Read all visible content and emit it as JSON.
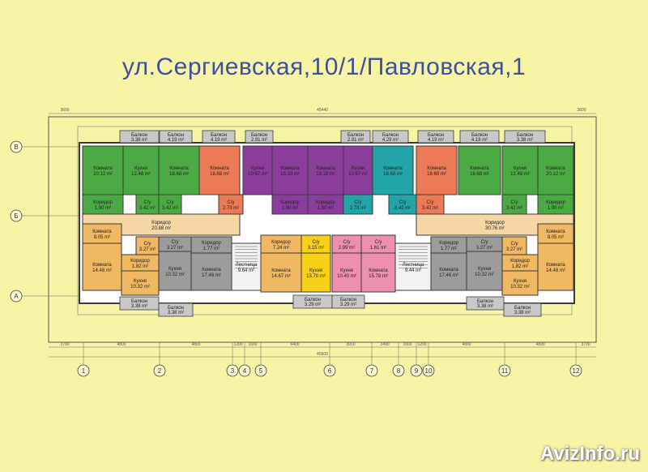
{
  "title": "ул.Сергиевская,10/1/Павловская,1",
  "watermark": "AvizInfo.ru",
  "axes_bottom": [
    "1",
    "2",
    "3",
    "4",
    "5",
    "6",
    "7",
    "8",
    "9",
    "10",
    "11",
    "12"
  ],
  "axes_left": [
    "В",
    "Б",
    "А"
  ],
  "dims_top": [
    "3600",
    "45440",
    "3600"
  ],
  "dims_bottom": [
    "3790",
    "4800",
    "4800",
    "1200",
    "1600",
    "6400",
    "3910",
    "2490",
    "1600",
    "1200",
    "4800",
    "4800",
    "3790"
  ],
  "total_bottom": "45600",
  "top_balconies": [
    "Балкон 3.38 m²",
    "Балкон 4.19 m²",
    "Балкон 4.19 m²",
    "Балкон 2.91 m²",
    "Балкон 2.91 m²",
    "Балкон 4.29 m²",
    "Балкон 4.19 m²",
    "Балкон 4.19 m²",
    "Балкон 3.38 m²"
  ],
  "bottom_balconies": [
    "Балкон 3.38 m²",
    "Балкон 3.38 m²",
    "Балкон 3.29 m²",
    "Балкон 3.29 m²",
    "Балкон 3.38 m²",
    "Балкон 3.38 m²"
  ],
  "rooms_upper": [
    {
      "name": "Комната",
      "area": "20.12 m²"
    },
    {
      "name": "Кухня",
      "area": "12.48 m²"
    },
    {
      "name": "Комната",
      "area": "18.68 m²"
    },
    {
      "name": "Комната",
      "area": "18.68 m²"
    },
    {
      "name": "Кухня",
      "area": "10.67 m²"
    },
    {
      "name": "Комната",
      "area": "18.18 m²"
    },
    {
      "name": "Комната",
      "area": "18.18 m²"
    },
    {
      "name": "Кухня",
      "area": "10.67 m²"
    },
    {
      "name": "Комната",
      "area": "18.68 m²"
    },
    {
      "name": "Комната",
      "area": "18.68 m²"
    },
    {
      "name": "Комната",
      "area": "18.68 m²"
    },
    {
      "name": "Кухня",
      "area": "12.48 m²"
    },
    {
      "name": "Комната",
      "area": "20.12 m²"
    }
  ],
  "corridors_upper": [
    {
      "name": "Коридор",
      "area": "1.90 m²"
    },
    {
      "name": "С/у",
      "area": "3.42 m²"
    },
    {
      "name": "С/у",
      "area": "3.42 m²"
    },
    {
      "name": "С/у",
      "area": "2.73 m²"
    },
    {
      "name": "Коридор",
      "area": "1.80 m²"
    },
    {
      "name": "Коридор",
      "area": "1.80 m²"
    },
    {
      "name": "С/у",
      "area": "2.73 m²"
    },
    {
      "name": "С/у",
      "area": "3.42 m²"
    },
    {
      "name": "С/у",
      "area": "3.42 m²"
    },
    {
      "name": "С/у",
      "area": "3.42 m²"
    },
    {
      "name": "Коридор",
      "area": "1.90 m²"
    }
  ],
  "hall_left": {
    "name": "Коридор",
    "area": "20.88 m²"
  },
  "hall_right": {
    "name": "Коридор",
    "area": "30.76 m²"
  },
  "rooms_lower": [
    {
      "name": "Комната",
      "area": "8.05 m²"
    },
    {
      "name": "Комната",
      "area": "14.48 m²"
    },
    {
      "name": "Коридор",
      "area": "1.82 m²"
    },
    {
      "name": "С/у",
      "area": "3.27 m²"
    },
    {
      "name": "Кухня",
      "area": "10.32 m²"
    },
    {
      "name": "С/у",
      "area": "3.27 m²"
    },
    {
      "name": "Кухня",
      "area": "10.32 m²"
    },
    {
      "name": "Коридор",
      "area": "1.77 m²"
    },
    {
      "name": "Комната",
      "area": "17.46 m²"
    },
    {
      "name": "Лестница",
      "area": "9.64 m²"
    },
    {
      "name": "Коридор",
      "area": "7.24 m²"
    },
    {
      "name": "С/у",
      "area": "3.15 m²"
    },
    {
      "name": "Комната",
      "area": "14.67 m²"
    },
    {
      "name": "Кухня",
      "area": "13.70 m²"
    },
    {
      "name": "С/у",
      "area": "2.99 m²"
    },
    {
      "name": "С/у",
      "area": "1.61 m²"
    },
    {
      "name": "Кухня",
      "area": "10.40 m²"
    },
    {
      "name": "Комната",
      "area": "15.78 m²"
    },
    {
      "name": "Лестница",
      "area": "9.44 m²"
    },
    {
      "name": "Коридор",
      "area": "1.77 m²"
    },
    {
      "name": "Комната",
      "area": "17.46 m²"
    },
    {
      "name": "С/у",
      "area": "3.27 m²"
    },
    {
      "name": "Кухня",
      "area": "10.32 m²"
    },
    {
      "name": "Кухня",
      "area": "10.32 m²"
    },
    {
      "name": "Коридор",
      "area": "1.82 m²"
    },
    {
      "name": "С/у",
      "area": "3.27 m²"
    },
    {
      "name": "Комната",
      "area": "8.05 m²"
    },
    {
      "name": "Комната",
      "area": "14.48 m²"
    }
  ],
  "colors": {
    "green": "#4caa44",
    "salmon": "#ec7a56",
    "purple": "#8a3d9a",
    "teal": "#23a4a8",
    "orange": "#f0b860",
    "yellow": "#f8d018",
    "pink": "#ee8fb0",
    "gray": "#9c9c9c",
    "corridor": "#f6d6a4",
    "balcony": "#c8c8c8",
    "wall": "#3a3a3a"
  }
}
